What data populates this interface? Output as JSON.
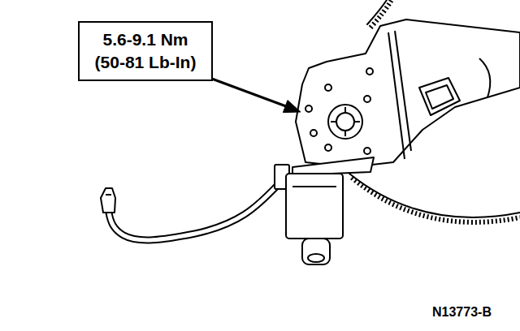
{
  "diagram": {
    "nodes": [
      {
        "text": [
          "5.6-9.1 Nm",
          "(50-81 Lb-In)"
        ]
      }
    ],
    "labels": [
      "N13773-B"
    ]
  }
}
